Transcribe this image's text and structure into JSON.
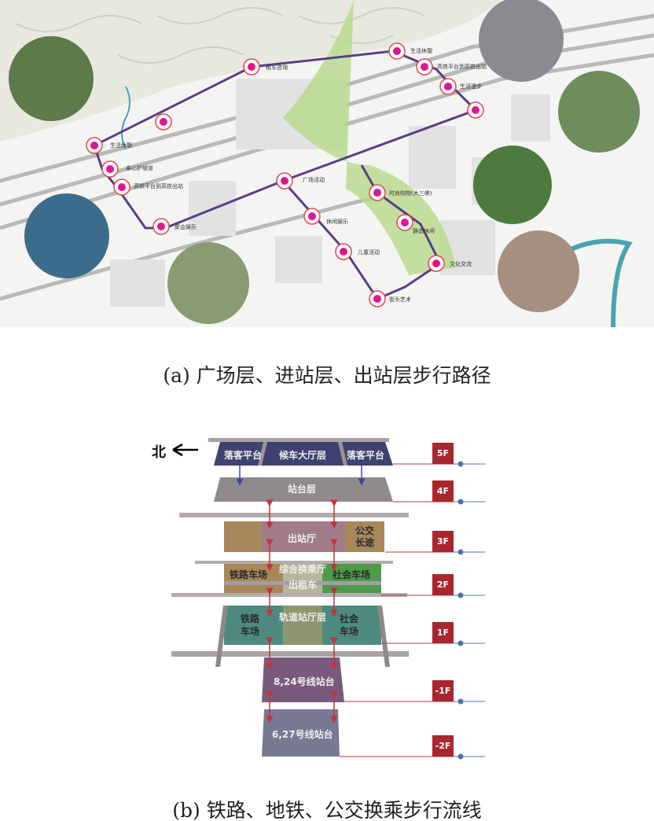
{
  "figure_a": {
    "caption": "(a) 广场层、进站层、出站层步行路径",
    "map_labels": [
      "租车咨询",
      "生活休憩",
      "生活休憩",
      "高铁平台到高铁出站",
      "生活漫步",
      "亲心护坡道",
      "高铁平台到高铁出站",
      "聚会娱乐",
      "广场活动",
      "休闲娱乐",
      "儿童活动",
      "时尚购物(大三峡)",
      "静态休闲",
      "文化交流",
      "街头艺术"
    ]
  },
  "figure_b": {
    "caption": "(b) 铁路、地铁、公交换乘步行流线",
    "north_label": "北",
    "levels": {
      "f5": {
        "tag": "5F",
        "left": "落客平台",
        "center": "候车大厅层",
        "right": "落客平台"
      },
      "f4": {
        "tag": "4F",
        "center": "站台层"
      },
      "f3": {
        "tag": "3F",
        "center": "出站厅",
        "right": "公交长途"
      },
      "f2": {
        "tag": "2F",
        "left": "铁路车场",
        "center": "综合换乘厅",
        "strip": "出租车",
        "right": "社会车场"
      },
      "f1": {
        "tag": "1F",
        "left": "铁路车场",
        "center": "轨道站厅层",
        "right": "社会车场"
      },
      "b1": {
        "tag": "-1F",
        "center": "8,24号线站台"
      },
      "b2": {
        "tag": "-2F",
        "center": "6,27号线站台"
      }
    },
    "colors": {
      "tag": "#a8262d",
      "arrow_red": "#c4333c",
      "arrow_blue": "#3d4a8f",
      "navy": "#3f4170"
    }
  }
}
